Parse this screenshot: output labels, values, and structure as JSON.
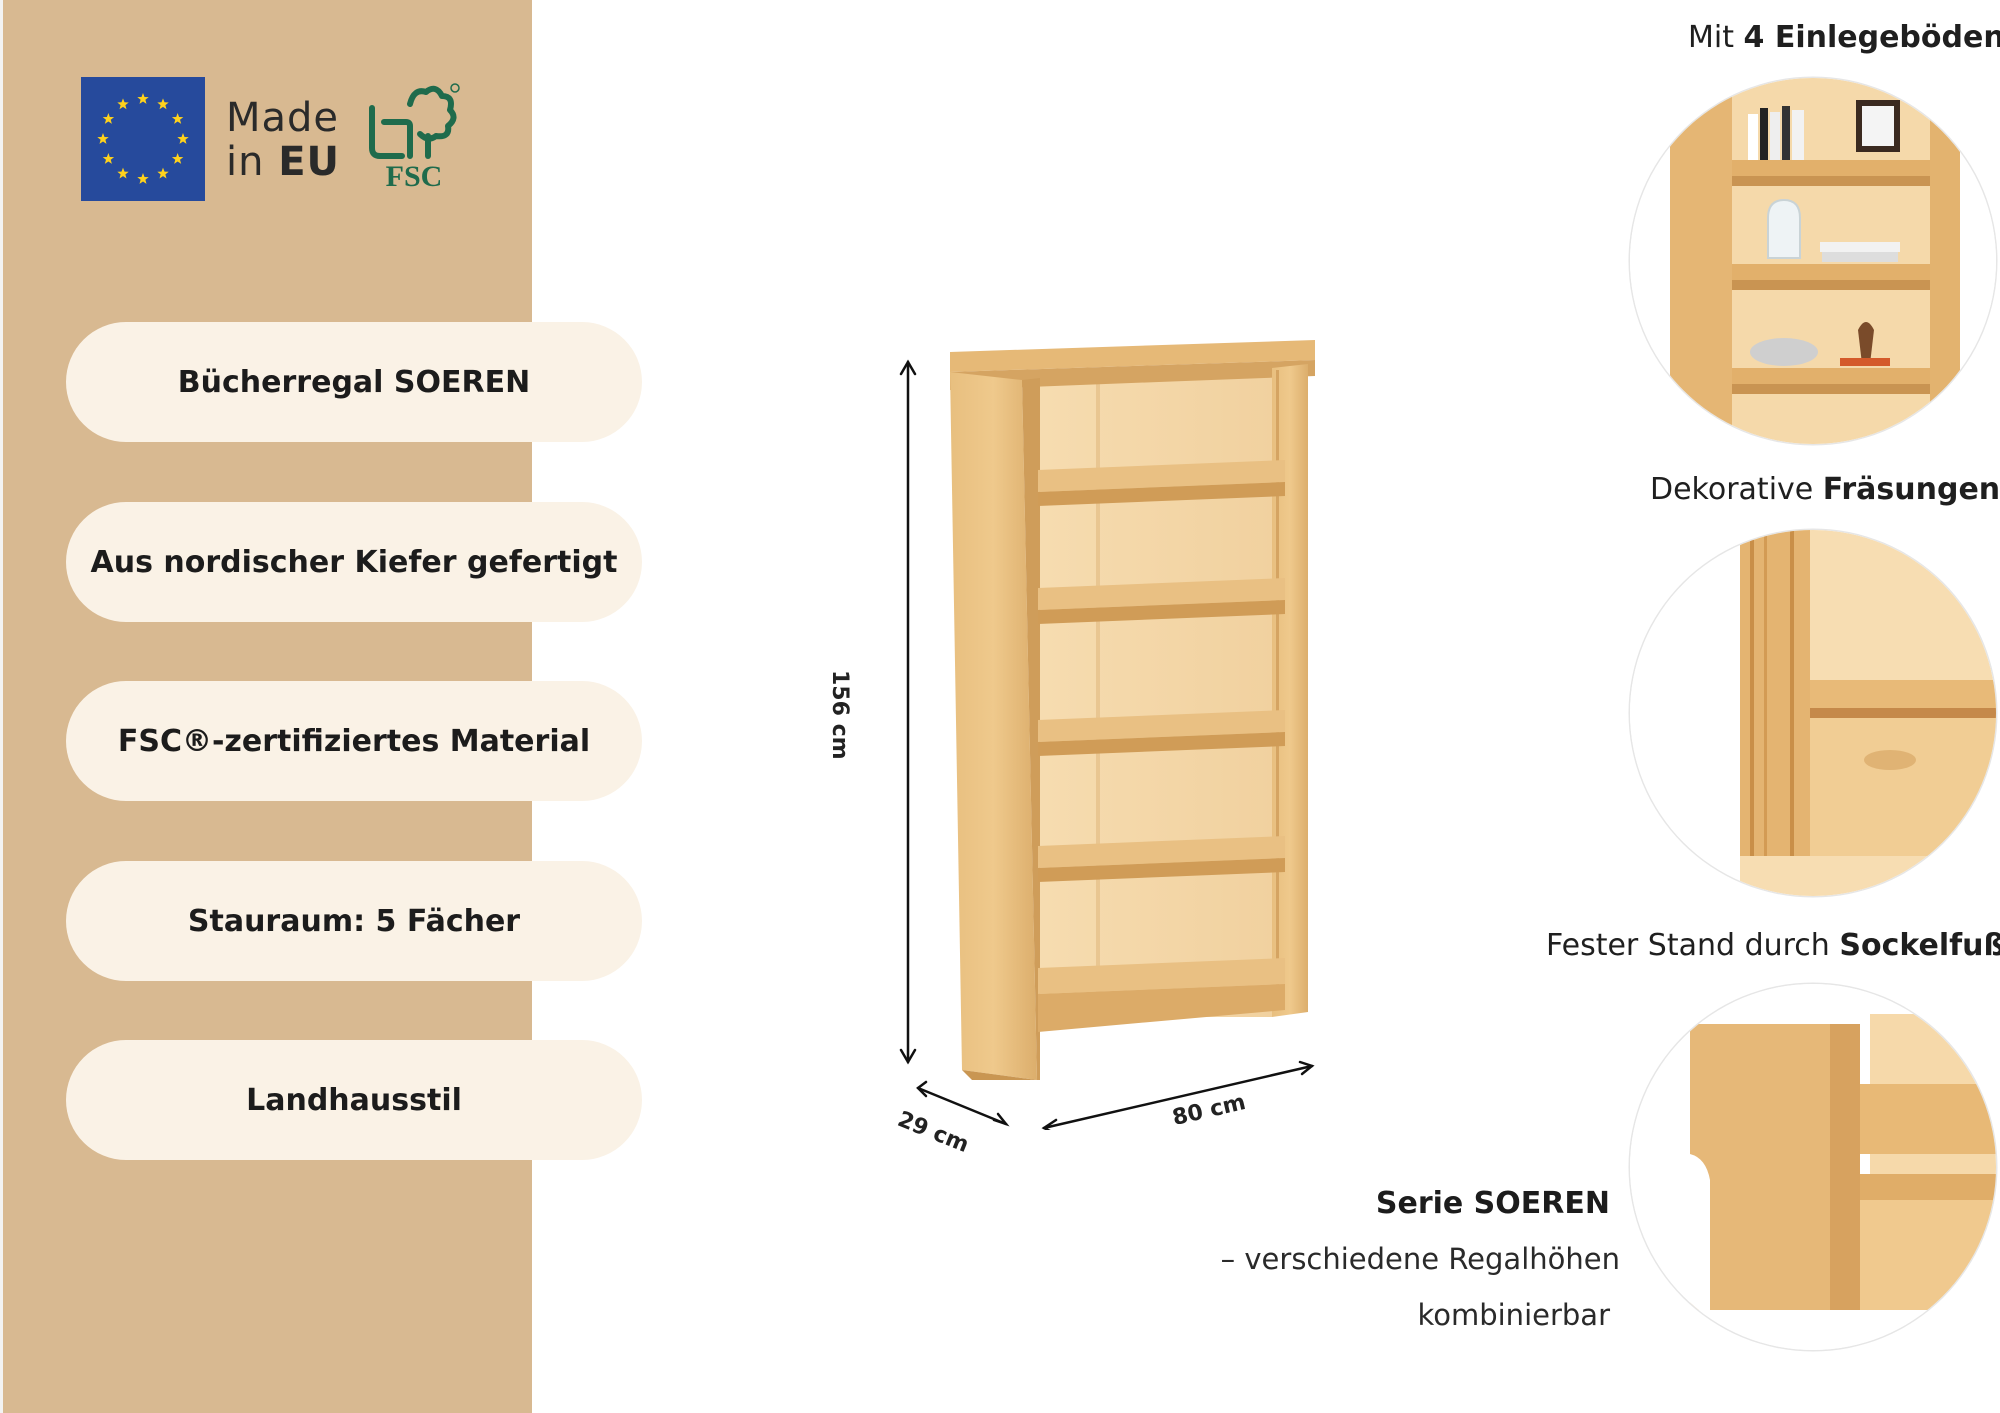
{
  "badges": {
    "made_line1": "Made",
    "made_line2_prefix": "in ",
    "made_line2_bold": "EU",
    "fsc_label": "FSC"
  },
  "features": [
    "Bücherregal SOEREN",
    "Aus nordischer Kiefer gefertigt",
    "FSC®-zertifiziertes Material",
    "Stauraum: 5 Fächer",
    "Landhausstil"
  ],
  "dimensions": {
    "height": "156 cm",
    "width": "80 cm",
    "depth": "29 cm"
  },
  "details": [
    {
      "caption_regular": "Mit ",
      "caption_bold": "4 Einlegeböden",
      "image": "shelf-top-closeup"
    },
    {
      "caption_regular": "Dekorative ",
      "caption_bold": "Fräsungen",
      "image": "milled-edge-closeup"
    },
    {
      "caption_regular": "Fester Stand durch ",
      "caption_bold": "Sockelfuß",
      "image": "plinth-foot-closeup"
    }
  ],
  "series": {
    "title": "Serie SOEREN",
    "line1": "– verschiedene Regalhöhen",
    "line2": "kombinierbar"
  },
  "colors": {
    "sidebar": "#d8b991",
    "pill": "#faf2e6",
    "eu_blue": "#264a9c",
    "eu_star": "#ffd21c",
    "fsc_green": "#1f6b4c",
    "pine": "#e2b776"
  }
}
